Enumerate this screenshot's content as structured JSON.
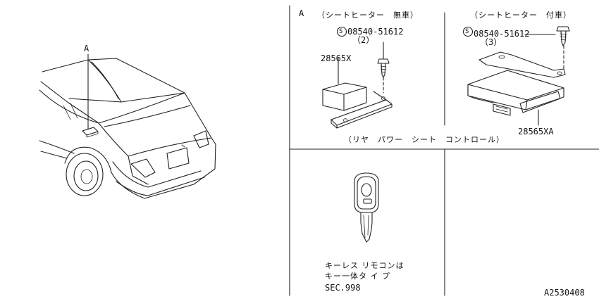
{
  "callout_left": "A",
  "panel_a": {
    "corner_label": "A",
    "heading_without": "（シートヒーター　無車）",
    "heading_with": "（シートヒーター　付車）",
    "screw_part_left": "08540-51612",
    "screw_qty_left": "（2）",
    "screw_part_right": "08540-51612",
    "screw_qty_right": "（3）",
    "symbol_s": "S",
    "unit_part_left": "28565X",
    "unit_part_right": "28565XA",
    "caption": "（リヤ　パワー　シート　コントロール）"
  },
  "panel_key": {
    "note_line1": "キーレス リモコンは",
    "note_line2": "キー一体タ イ プ",
    "section_ref": "SEC.998"
  },
  "drawing_id": "A2530408"
}
